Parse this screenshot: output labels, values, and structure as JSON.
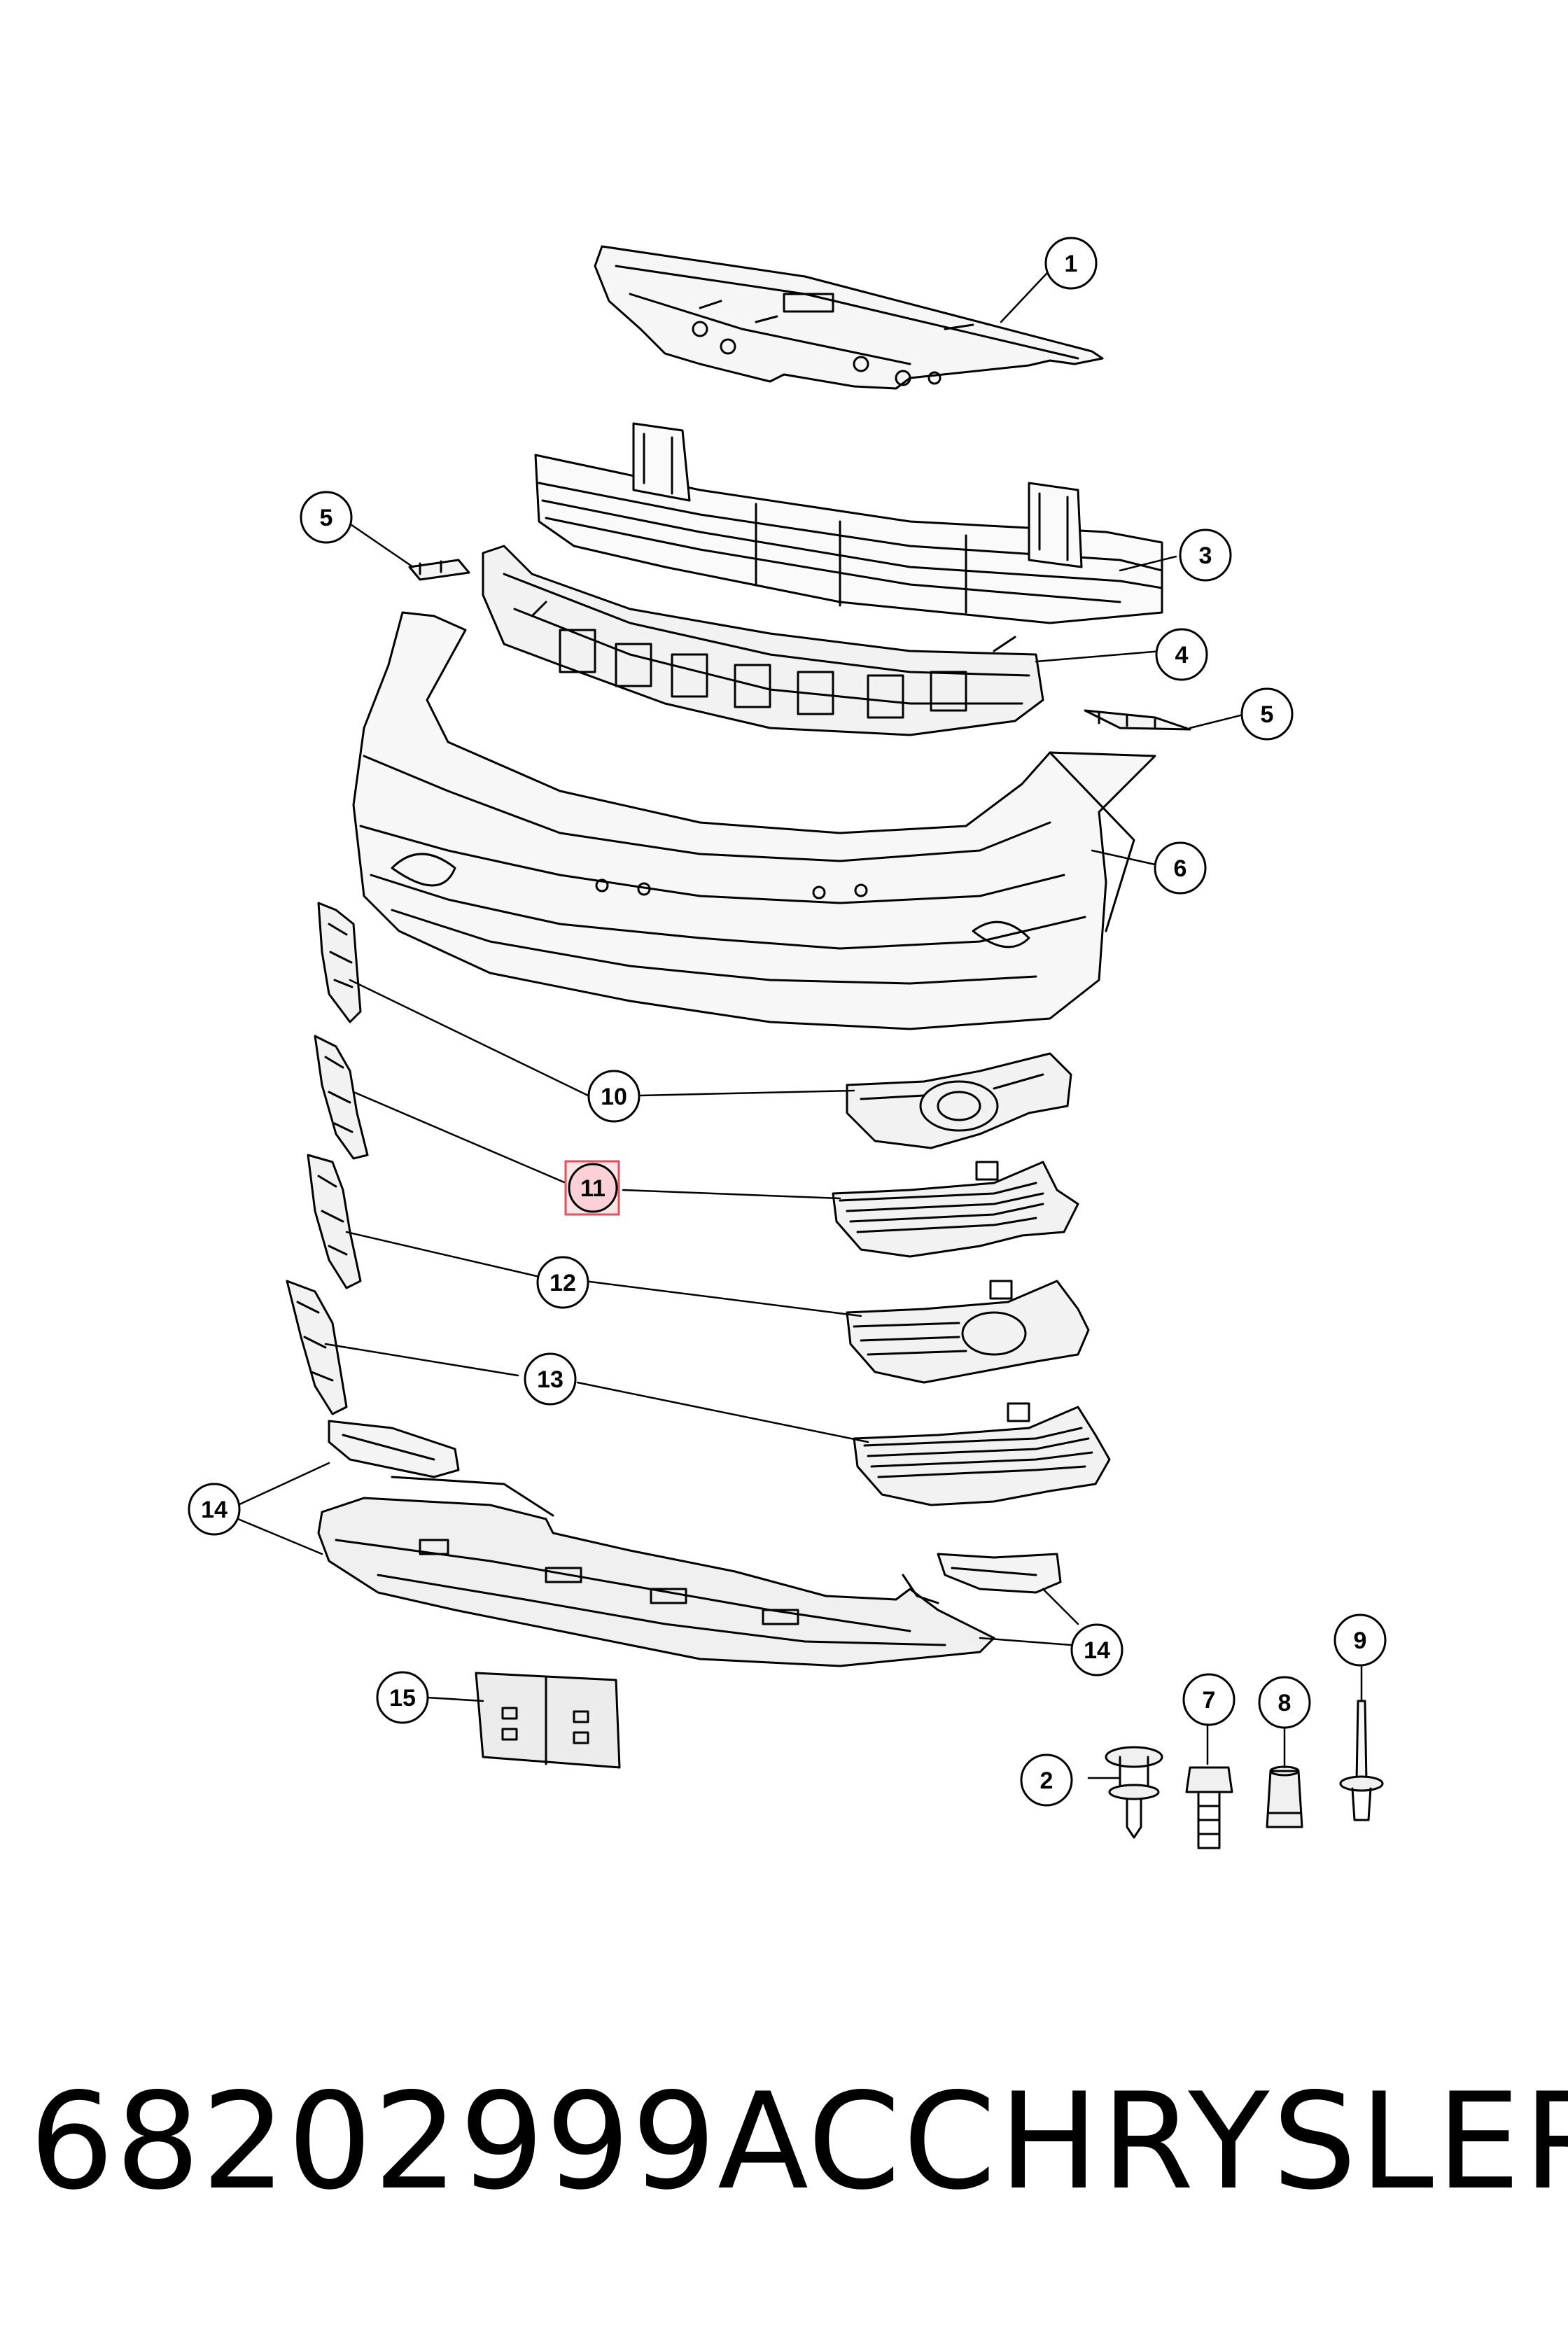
{
  "callouts": [
    {
      "id": "c1",
      "label": "1"
    },
    {
      "id": "c2",
      "label": "2"
    },
    {
      "id": "c3",
      "label": "3"
    },
    {
      "id": "c4",
      "label": "4"
    },
    {
      "id": "c5a",
      "label": "5"
    },
    {
      "id": "c5b",
      "label": "5"
    },
    {
      "id": "c6",
      "label": "6"
    },
    {
      "id": "c7",
      "label": "7"
    },
    {
      "id": "c8",
      "label": "8"
    },
    {
      "id": "c9",
      "label": "9"
    },
    {
      "id": "c10",
      "label": "10"
    },
    {
      "id": "c11",
      "label": "11",
      "highlighted": true
    },
    {
      "id": "c12",
      "label": "12"
    },
    {
      "id": "c13",
      "label": "13"
    },
    {
      "id": "c14a",
      "label": "14"
    },
    {
      "id": "c14b",
      "label": "14"
    },
    {
      "id": "c15",
      "label": "15"
    }
  ],
  "highlight_color": "#e05060",
  "caption": {
    "part_number": "68202999AC",
    "brand": "CHRYSLER"
  }
}
